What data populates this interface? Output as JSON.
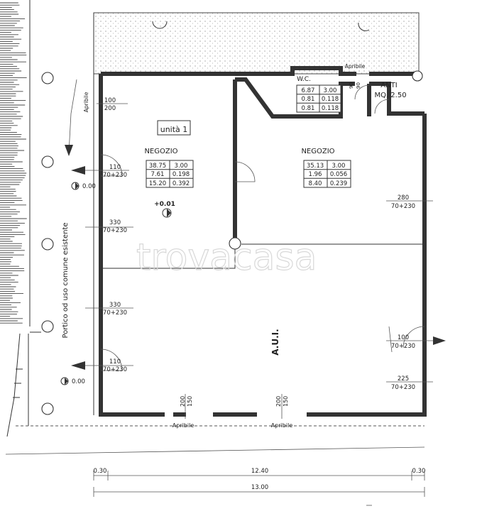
{
  "unit": {
    "label": "unità 1"
  },
  "left_room": {
    "name": "NEGOZIO",
    "table": [
      [
        "38.75",
        "3.00"
      ],
      [
        "7.61",
        "0.198"
      ],
      [
        "15.20",
        "0.392"
      ]
    ],
    "level": "+0.01"
  },
  "right_room": {
    "name": "NEGOZIO",
    "table": [
      [
        "35.13",
        "3.00"
      ],
      [
        "1.96",
        "0.056"
      ],
      [
        "8.40",
        "0.239"
      ]
    ]
  },
  "wc": {
    "name": "W.C.",
    "table": [
      [
        "6.87",
        "3.00"
      ],
      [
        "0.81",
        "0.118"
      ],
      [
        "0.81",
        "0.118"
      ]
    ],
    "door_dims": [
      "90",
      "90"
    ]
  },
  "anti": {
    "name": "ANTI",
    "area": "MQ. 2.50"
  },
  "aui": {
    "label": "A.U.I."
  },
  "portico": {
    "label": "Portico od uso comune esistente"
  },
  "openings": {
    "apribile": "Apribile",
    "left_top": [
      "100",
      "200"
    ],
    "left_mid": [
      "110",
      "70+230"
    ],
    "left_330a": [
      "330",
      "70+230"
    ],
    "left_330b": [
      "330",
      "70+230"
    ],
    "left_low": [
      "110",
      "70+230"
    ],
    "right_280": [
      "280",
      "70+230"
    ],
    "right_100": [
      "100",
      "70+230"
    ],
    "right_225": [
      "225",
      "70+230"
    ],
    "bottom_a": [
      "200",
      "150"
    ],
    "bottom_b": [
      "200",
      "150"
    ]
  },
  "levels": {
    "portico_upper": "0.00",
    "portico_lower": "0.00"
  },
  "dimensions": {
    "left_margin": "0.30",
    "middle": "12.40",
    "right_margin": "0.30",
    "total": "13.00"
  },
  "watermark": "trovacasa"
}
